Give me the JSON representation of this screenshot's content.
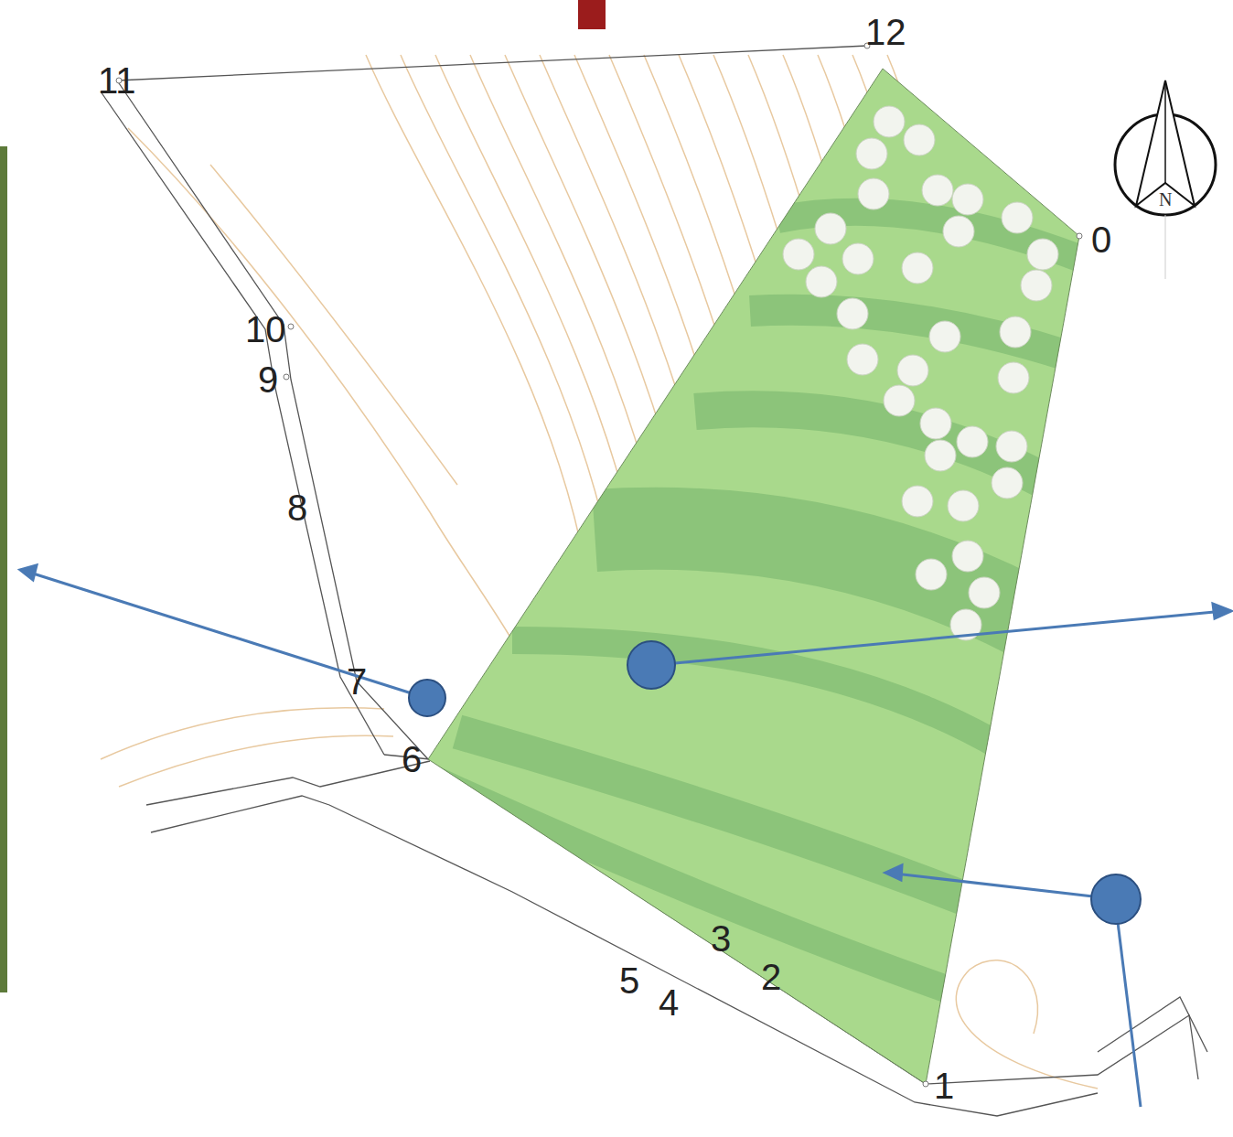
{
  "diagram": {
    "labels": [
      "12",
      "11",
      "0",
      "10",
      "9",
      "8",
      "7",
      "6",
      "5",
      "4",
      "3",
      "2",
      "1",
      "N"
    ]
  }
}
